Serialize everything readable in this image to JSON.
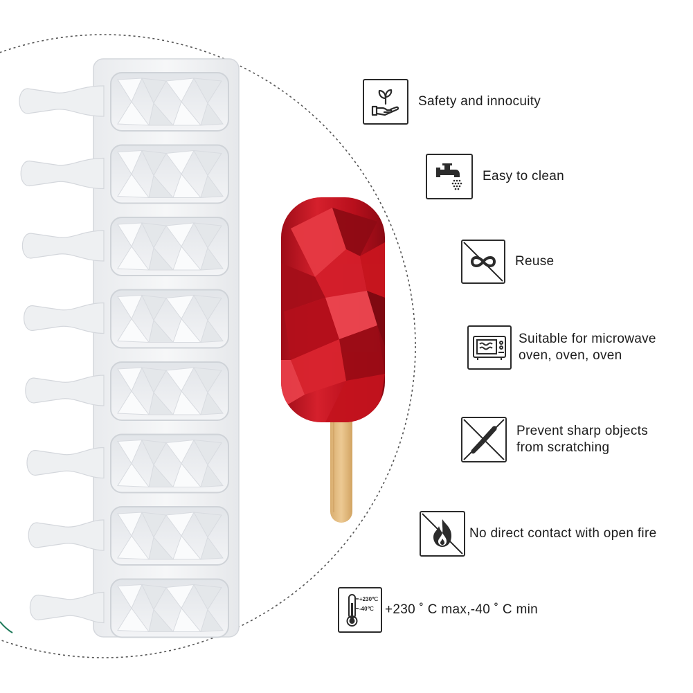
{
  "colors": {
    "mold": "#f1f2f4",
    "mold_shadow": "#dadde2",
    "popsicle": "#c0111f",
    "stick": "#e3bc83",
    "icon_stroke": "#2b2b2b",
    "accent_corner": "#1f7a5a"
  },
  "features": [
    {
      "icon": "hand-with-plant-icon",
      "lines": [
        "Safety and innocuity"
      ]
    },
    {
      "icon": "faucet-icon",
      "lines": [
        "Easy to clean"
      ]
    },
    {
      "icon": "crossed-infinity-icon",
      "lines": [
        "Reuse"
      ]
    },
    {
      "icon": "microwave-icon",
      "lines": [
        "Suitable for microwave",
        "oven, oven, oven"
      ]
    },
    {
      "icon": "crossed-knife-icon",
      "lines": [
        "Prevent sharp objects",
        "from scratching"
      ]
    },
    {
      "icon": "crossed-fire-icon",
      "lines": [
        "No direct contact with open fire"
      ]
    },
    {
      "icon": "thermometer-icon",
      "lines": [
        "+230 ˚ C max,-40 ˚ C min"
      ],
      "icon_labels": [
        "+230℃",
        "-40℃"
      ]
    }
  ]
}
